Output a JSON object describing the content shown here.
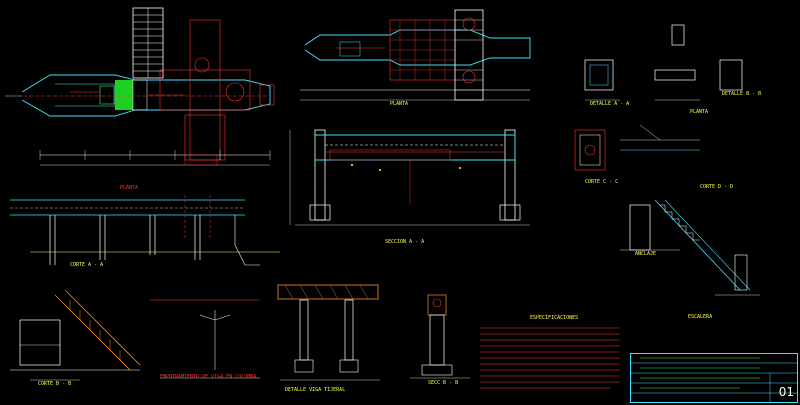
{
  "drawing": {
    "background": "#000000",
    "palette": {
      "red": "#ff3030",
      "yellow": "#ffff40",
      "cyan": "#40e0ff",
      "white": "#ffffff",
      "green": "#40ff40",
      "magenta": "#ff40ff"
    }
  },
  "views": {
    "plan_top": {
      "label": "PLANTA"
    },
    "plan_mid": {
      "label": "PLANTA"
    },
    "corte_a_a": {
      "label": "CORTE  A - A"
    },
    "seccion_a_a": {
      "label": "SECCION  A - A"
    },
    "corte_b_b": {
      "label": "CORTE  B - B"
    },
    "escalera": {
      "label": "ESCALERA"
    },
    "viga_tijera": {
      "label": "DETALLE VIGA TIJERAL"
    },
    "seccion_b_b": {
      "label": "SECC  B - B"
    },
    "especificaciones": {
      "label": "ESPECIFICACIONES"
    },
    "detalle_1": {
      "label": "DETALLE  A - A"
    },
    "detalle_2": {
      "label": "DETALLE  B - B"
    },
    "detalle_3": {
      "label": "PLANTA"
    },
    "detalle_4": {
      "label": "CORTE  C - C"
    },
    "detalle_5": {
      "label": "CORTE  D - D"
    },
    "anclaje": {
      "label": "ANCLAJE"
    },
    "empotramiento": {
      "label": "EMPOTRAMIENTO DE VIGA EN COLUMNA"
    }
  },
  "title_block": {
    "sheet": "01"
  }
}
